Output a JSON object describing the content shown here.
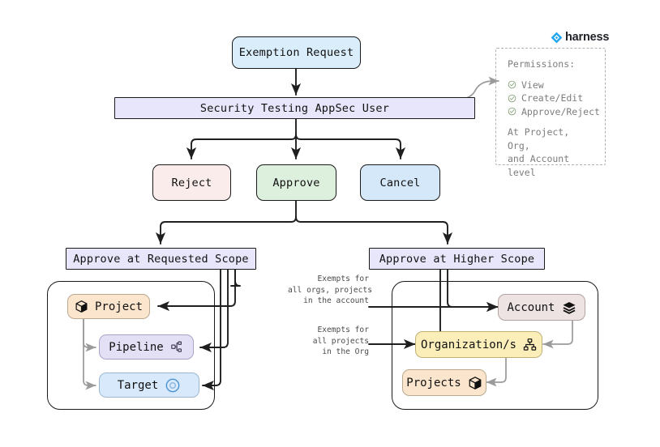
{
  "brand": {
    "name": "harness",
    "logo_color": "#22a5f0",
    "icon": "harness-diamond-icon"
  },
  "flow": {
    "start_node": {
      "label": "Exemption Request",
      "color": "#d9edfa"
    },
    "actor_node": {
      "label": "Security Testing AppSec User",
      "color": "#e8e6fa"
    },
    "actions": [
      {
        "label": "Reject",
        "color": "#fbecec",
        "name": "reject"
      },
      {
        "label": "Approve",
        "color": "#ddefdd",
        "name": "approve"
      },
      {
        "label": "Cancel",
        "color": "#d5e8f9",
        "name": "cancel"
      }
    ],
    "scopes": [
      {
        "label": "Approve at Requested Scope",
        "color": "#e8e6fa",
        "name": "requested-scope"
      },
      {
        "label": "Approve at Higher Scope",
        "color": "#e8e6fa",
        "name": "higher-scope"
      }
    ]
  },
  "permissions": {
    "title": "Permissions:",
    "items": [
      {
        "label": "View",
        "icon": "check-circle-icon"
      },
      {
        "label": "Create/Edit",
        "icon": "check-circle-icon"
      },
      {
        "label": "Approve/Reject",
        "icon": "check-circle-icon"
      }
    ],
    "footer_line1": "At Project, Org,",
    "footer_line2": "and Account level"
  },
  "requested_scope_group": {
    "nodes": [
      {
        "label": "Project",
        "icon": "cube-icon",
        "color": "#fbe6cd",
        "icon_position": "left"
      },
      {
        "label": "Pipeline",
        "icon": "pipeline-icon",
        "color": "#e3e0f5",
        "icon_position": "right"
      },
      {
        "label": "Target",
        "icon": "target-icon",
        "color": "#d7e9fb",
        "icon_position": "right"
      }
    ]
  },
  "higher_scope_group": {
    "nodes": [
      {
        "label": "Account",
        "icon": "layers-icon",
        "color": "#eee3e3",
        "icon_position": "right"
      },
      {
        "label": "Organization/s",
        "icon": "orgchart-icon",
        "color": "#fbeeb9",
        "icon_position": "right"
      },
      {
        "label": "Projects",
        "icon": "cube-icon",
        "color": "#fbe6cd",
        "icon_position": "right"
      }
    ],
    "annotations": [
      {
        "name": "exempts-account",
        "text": "Exempts for\nall orgs, projects\nin the account"
      },
      {
        "name": "exempts-org",
        "text": "Exempts for\nall projects\nin the Org"
      }
    ]
  }
}
